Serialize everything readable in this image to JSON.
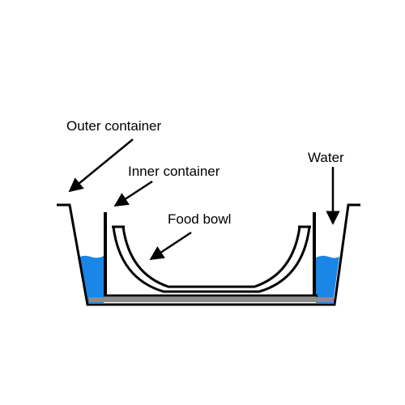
{
  "labels": {
    "outer_container": "Outer container",
    "inner_container": "Inner container",
    "food_bowl": "Food bowl",
    "water": "Water"
  },
  "colors": {
    "water": "#1a86e6",
    "lines": "#000000",
    "background": "#ffffff",
    "inner_base": "#8c8c8c"
  }
}
